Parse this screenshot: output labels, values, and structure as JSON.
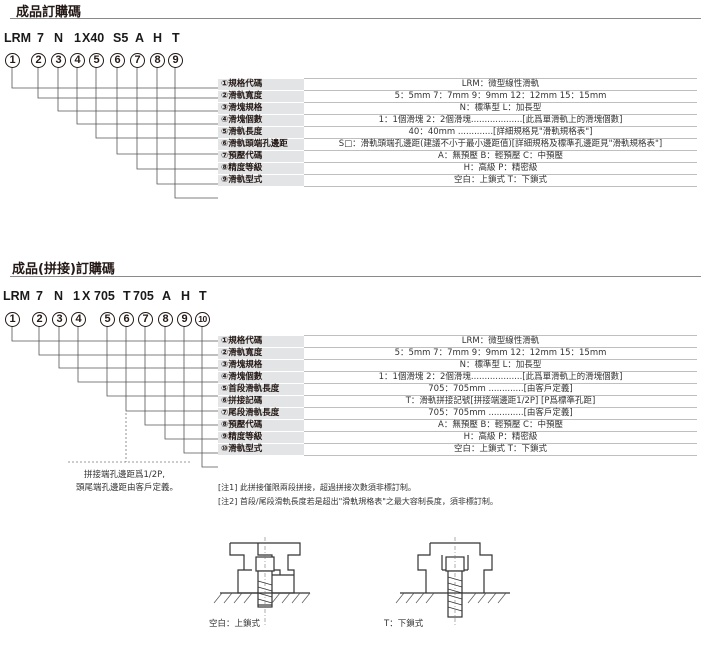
{
  "section1": {
    "title": "成品訂購碼",
    "code_parts": [
      "LRM",
      "7",
      "N",
      "1",
      "X40",
      "S5",
      "A",
      "H",
      "T"
    ],
    "circles": [
      "1",
      "2",
      "3",
      "4",
      "5",
      "6",
      "7",
      "8",
      "9"
    ],
    "rows": [
      {
        "label": "①規格代碼",
        "value": "LRM：微型線性滑軌"
      },
      {
        "label": "②滑軌寬度",
        "value": "5：5mm      7：7mm      9：9mm      12：12mm      15：15mm"
      },
      {
        "label": "③滑塊規格",
        "value": "N：標準型      L：加長型"
      },
      {
        "label": "④滑塊個數",
        "value": "1：1個滑塊      2：2個滑塊...................[此爲單滑軌上的滑塊個數]"
      },
      {
        "label": "⑤滑軌長度",
        "value": "40：40mm  .............[詳細規格見\"滑軌規格表\"]"
      },
      {
        "label": "⑥滑軌頭端孔邊距",
        "value": "S□：滑軌頭端孔邊距(建議不小于最小邊距值)[詳細規格及標準孔邊距見\"滑軌規格表\"]"
      },
      {
        "label": "⑦預壓代碼",
        "value": "A：無預壓          B：輕預壓          C：中預壓"
      },
      {
        "label": "⑧精度等級",
        "value": "H：高級      P：精密級"
      },
      {
        "label": "⑨滑軌型式",
        "value": "空白：上鎖式        T：下鎖式"
      }
    ]
  },
  "section2": {
    "title": "成品(拼接)訂購碼",
    "code_parts": [
      "LRM",
      "7",
      "N",
      "1",
      "X",
      "705",
      "T",
      "705",
      "A",
      "H",
      "T"
    ],
    "circles": [
      "1",
      "2",
      "3",
      "4",
      "5",
      "6",
      "7",
      "8",
      "9",
      "10"
    ],
    "rows": [
      {
        "label": "①規格代碼",
        "value": "LRM：微型線性滑軌"
      },
      {
        "label": "②滑軌寬度",
        "value": "5：5mm      7：7mm      9：9mm      12：12mm      15：15mm"
      },
      {
        "label": "③滑塊規格",
        "value": "N：標準型      L：加長型"
      },
      {
        "label": "④滑塊個數",
        "value": "1：1個滑塊      2：2個滑塊...................[此爲單滑軌上的滑塊個數]"
      },
      {
        "label": "⑤首段滑軌長度",
        "value": "705：705mm  .............[由客戶定義]"
      },
      {
        "label": "⑥拼接記碼",
        "value": "T：滑軌拼接記號[拼接端邊距1/2P]  [P爲標準孔距]"
      },
      {
        "label": "⑦尾段滑軌長度",
        "value": "705：705mm  .............[由客戶定義]"
      },
      {
        "label": "⑧預壓代碼",
        "value": "A：無預壓          B：輕預壓          C：中預壓"
      },
      {
        "label": "⑨精度等級",
        "value": "H：高級      P：精密級"
      },
      {
        "label": "⑩滑軌型式",
        "value": "空白：上鎖式        T：下鎖式"
      }
    ],
    "callout": [
      "拼接端孔邊距爲1/2P,",
      "頭尾端孔邊距由客戶定義。"
    ],
    "notes": [
      "[注1] 此拼接僅限兩段拼接，超過拼接次數須非標訂制。",
      "[注2] 首段/尾段滑軌長度若是超出\"滑軌規格表\"之最大容制長度，須非標訂制。"
    ]
  },
  "diagrams": {
    "left_caption": "空白：上鎖式",
    "right_caption": "T：下鎖式"
  }
}
